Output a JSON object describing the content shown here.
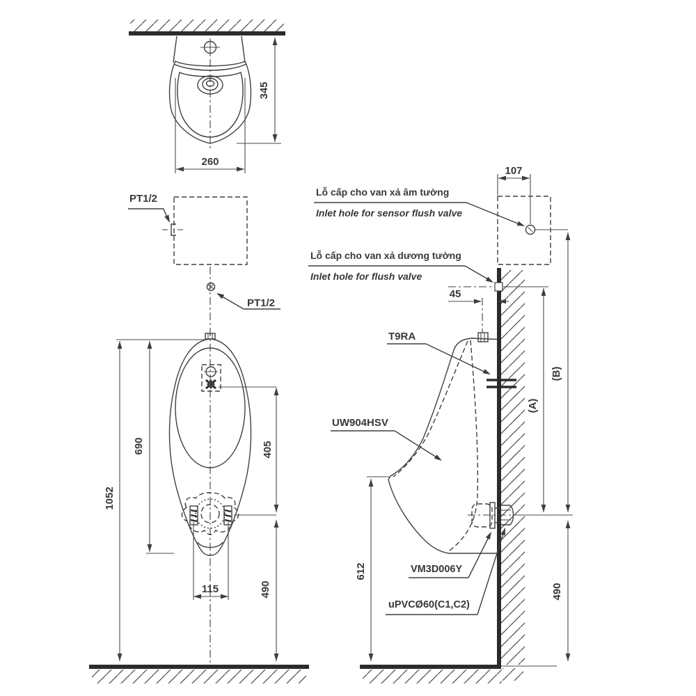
{
  "colors": {
    "line": "#3e3e3e",
    "heavy": "#2b2b2b",
    "text": "#383838",
    "background": "#ffffff"
  },
  "top_view": {
    "dim_height": "345",
    "dim_width": "260"
  },
  "inlet_detail": {
    "pt_top": "PT1/2",
    "pt_bottom": "PT1/2"
  },
  "front_view": {
    "dim_total": "1052",
    "dim_fix": "690",
    "dim_spud": "405",
    "dim_outlet": "490",
    "dim_bolts": "115"
  },
  "side_view": {
    "sensor_vi": "Lỗ cấp cho van xả âm tường",
    "sensor_en": "Inlet hole for sensor flush valve",
    "flush_vi": "Lỗ cấp cho van xả dương tường",
    "flush_en": "Inlet hole for flush valve",
    "spud": "T9RA",
    "model": "UW904HSV",
    "socket": "VM3D006Y",
    "pipe": "uPVCØ60(C1,C2)",
    "dim_offset": "107",
    "dim_depth": "45",
    "dim_a": "(A)",
    "dim_b": "(B)",
    "dim_lip": "612",
    "dim_outlet": "490"
  }
}
